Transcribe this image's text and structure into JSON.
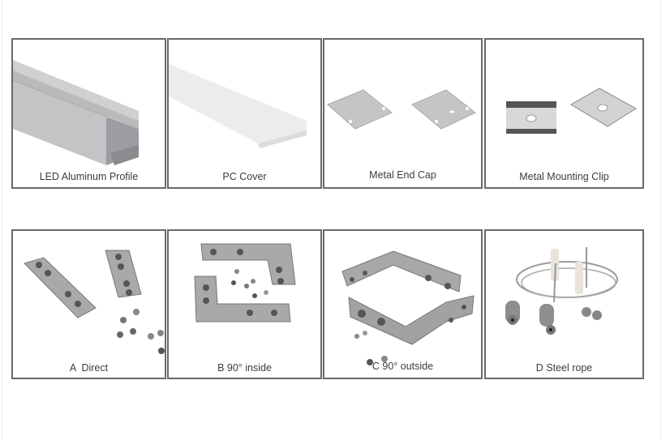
{
  "grid": {
    "rows": [
      {
        "items": [
          {
            "label": "LED Aluminum Profile",
            "icon": "aluminum-profile-image"
          },
          {
            "label": "PC Cover",
            "icon": "pc-cover-image"
          },
          {
            "label": "Metal End Cap",
            "icon": "end-cap-image"
          },
          {
            "label": "Metal Mounting Clip",
            "icon": "mounting-clip-image"
          }
        ]
      },
      {
        "items": [
          {
            "label": "A  Direct",
            "icon": "straight-connector-image"
          },
          {
            "label": "B 90° inside",
            "icon": "inside-corner-connector-image"
          },
          {
            "label": "C 90° outside",
            "icon": "outside-corner-connector-image"
          },
          {
            "label": "D Steel rope",
            "icon": "steel-rope-image"
          }
        ]
      }
    ]
  },
  "colors": {
    "border": "#6a6a6a",
    "label": "#3c3c3c",
    "metal": "#b8b8b8"
  }
}
